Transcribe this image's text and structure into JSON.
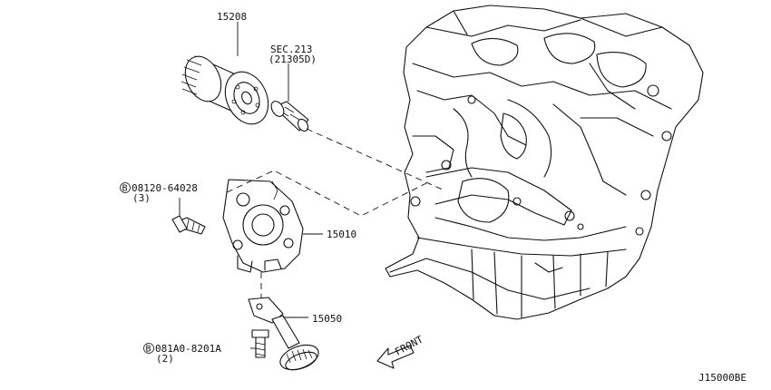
{
  "callouts": {
    "oil_filter": "15208",
    "sec_ref_line1": "SEC.213",
    "sec_ref_line2": "(21305D)",
    "bolt_upper": "08120-64028",
    "bolt_upper_qty": "(3)",
    "oil_pump": "15010",
    "strainer": "15050",
    "bolt_lower": "081A0-8201A",
    "bolt_lower_qty": "(2)",
    "bolt_prefix": "B",
    "front_arrow": "FRONT",
    "diagram_code": "J15000BE"
  }
}
